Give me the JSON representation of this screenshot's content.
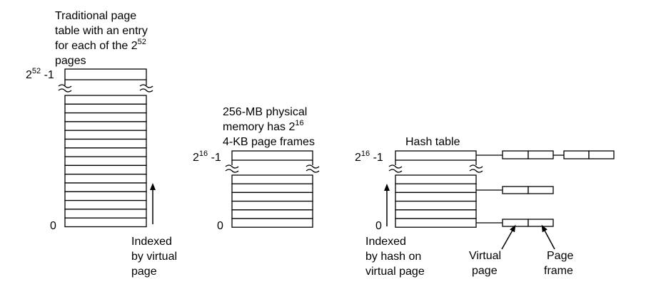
{
  "traditional": {
    "caption": [
      "Traditional page",
      "table with an entry",
      "for each of the 2",
      "pages"
    ],
    "caption_sup": "52",
    "top_label_base": "2",
    "top_label_sup": "52",
    "top_label_suffix": " -1",
    "bottom_label": "0",
    "index_note": [
      "Indexed",
      "by virtual",
      "page"
    ]
  },
  "physical": {
    "caption": [
      "256-MB physical",
      "memory has 2",
      "4-KB page frames"
    ],
    "caption_sup": "16",
    "top_label_base": "2",
    "top_label_sup": "16",
    "top_label_suffix": " -1",
    "bottom_label": "0"
  },
  "hash": {
    "caption": "Hash table",
    "top_label_base": "2",
    "top_label_sup": "16",
    "top_label_suffix": " -1",
    "bottom_label": "0",
    "index_note": [
      "Indexed",
      "by hash on",
      "virtual page"
    ],
    "virtual_page_label": [
      "Virtual",
      "page"
    ],
    "page_frame_label": [
      "Page",
      "frame"
    ]
  }
}
